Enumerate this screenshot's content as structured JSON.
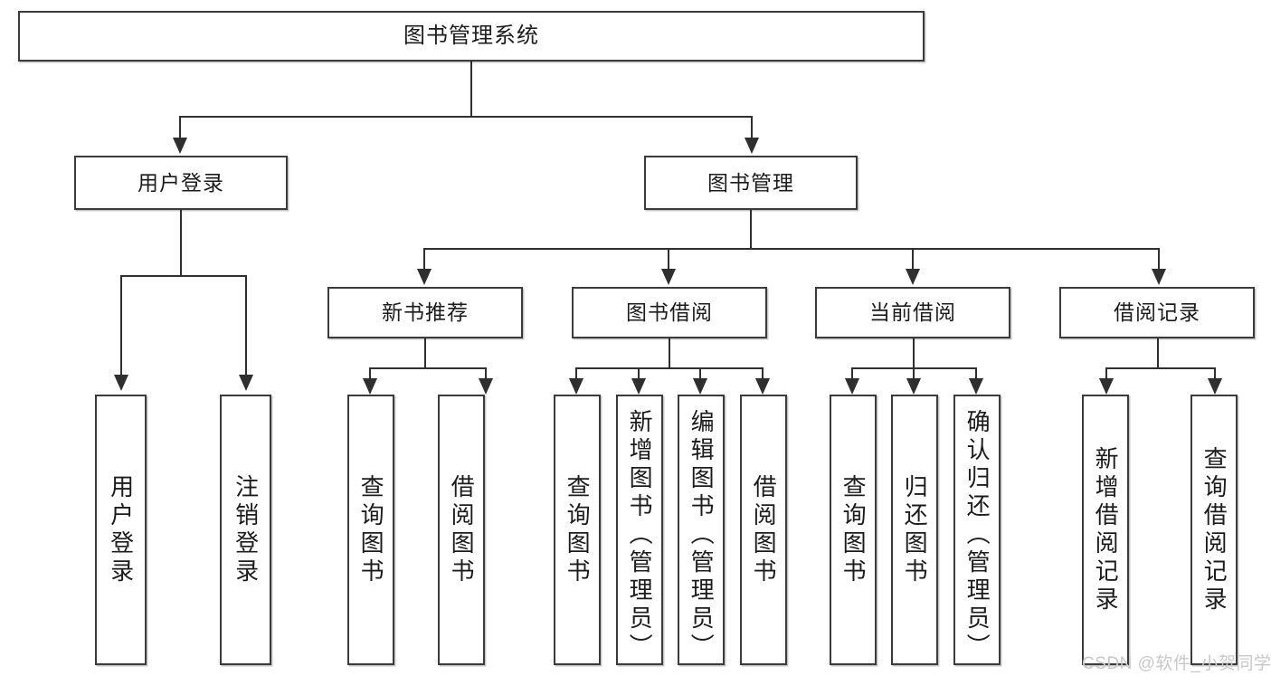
{
  "diagram": {
    "title": "图书管理系统",
    "type": "tree-hierarchy",
    "watermark": "CSDN @软件_小贺同学",
    "colors": {
      "box_border": "#3b3b3b",
      "connector": "#2f2f2f",
      "background": "#ffffff",
      "text": "#1c1c1c",
      "watermark": "#c9c9c9"
    }
  },
  "nodes": {
    "root": {
      "label": "图书管理系统"
    },
    "level2": [
      {
        "id": "user-login",
        "label": "用户登录"
      },
      {
        "id": "book-manage",
        "label": "图书管理"
      }
    ],
    "level3": [
      {
        "id": "new-book-recommend",
        "label": "新书推荐"
      },
      {
        "id": "book-borrow",
        "label": "图书借阅"
      },
      {
        "id": "current-borrow",
        "label": "当前借阅"
      },
      {
        "id": "borrow-record",
        "label": "借阅记录"
      }
    ],
    "leaves": [
      {
        "id": "leaf-user-login",
        "label": "用户登录",
        "parent": "user-login"
      },
      {
        "id": "leaf-logout-login",
        "label": "注销登录",
        "parent": "user-login"
      },
      {
        "id": "leaf-query-book-1",
        "label": "查询图书",
        "parent": "new-book-recommend"
      },
      {
        "id": "leaf-borrow-book-1",
        "label": "借阅图书",
        "parent": "new-book-recommend"
      },
      {
        "id": "leaf-query-book-2",
        "label": "查询图书",
        "parent": "book-borrow"
      },
      {
        "id": "leaf-add-book",
        "label": "新增图书（管理员）",
        "parent": "book-borrow"
      },
      {
        "id": "leaf-edit-book",
        "label": "编辑图书（管理员）",
        "parent": "book-borrow"
      },
      {
        "id": "leaf-borrow-book-2",
        "label": "借阅图书",
        "parent": "book-borrow"
      },
      {
        "id": "leaf-query-book-3",
        "label": "查询图书",
        "parent": "current-borrow"
      },
      {
        "id": "leaf-return-book",
        "label": "归还图书",
        "parent": "current-borrow"
      },
      {
        "id": "leaf-confirm-return",
        "label": "确认归还（管理员）",
        "parent": "current-borrow"
      },
      {
        "id": "leaf-add-borrow-record",
        "label": "新增借阅记录",
        "parent": "borrow-record"
      },
      {
        "id": "leaf-query-borrow-record",
        "label": "查询借阅记录",
        "parent": "borrow-record"
      }
    ]
  }
}
